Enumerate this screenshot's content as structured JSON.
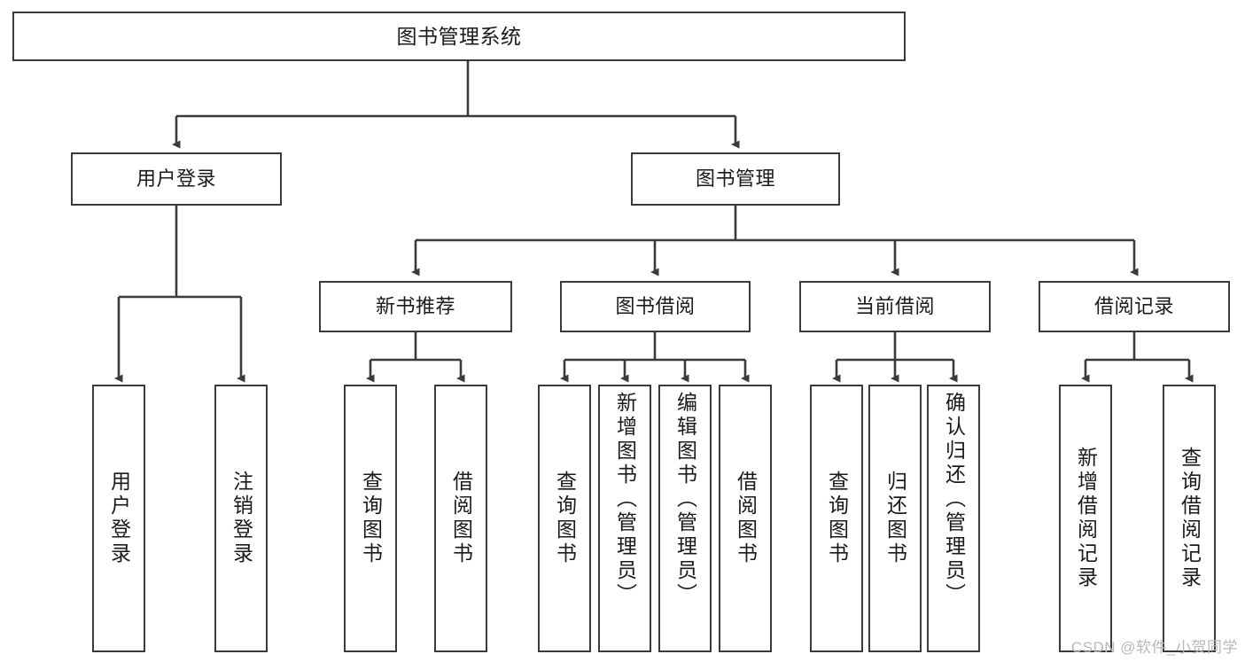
{
  "diagram": {
    "title": "图书管理系统",
    "watermark": "CSDN @软件_小贺同学",
    "colors": {
      "stroke": "#3a3a3a",
      "fill": "#ffffff",
      "text": "#1a1a1a",
      "watermark": "#b9b9b9"
    },
    "root": {
      "label": "图书管理系统"
    },
    "level1": [
      {
        "label": "用户登录"
      },
      {
        "label": "图书管理"
      }
    ],
    "level2": [
      {
        "label": "新书推荐"
      },
      {
        "label": "图书借阅"
      },
      {
        "label": "当前借阅"
      },
      {
        "label": "借阅记录"
      }
    ],
    "leaves": {
      "user_login": [
        {
          "label": "用户登录"
        },
        {
          "label": "注销登录"
        }
      ],
      "new_book": [
        {
          "label": "查询图书"
        },
        {
          "label": "借阅图书"
        }
      ],
      "borrow": [
        {
          "label": "查询图书"
        },
        {
          "label": "新增图书（管理员）"
        },
        {
          "label": "编辑图书（管理员）"
        },
        {
          "label": "借阅图书"
        }
      ],
      "current": [
        {
          "label": "查询图书"
        },
        {
          "label": "归还图书"
        },
        {
          "label": "确认归还（管理员）"
        }
      ],
      "records": [
        {
          "label": "新增借阅记录"
        },
        {
          "label": "查询借阅记录"
        }
      ]
    }
  }
}
